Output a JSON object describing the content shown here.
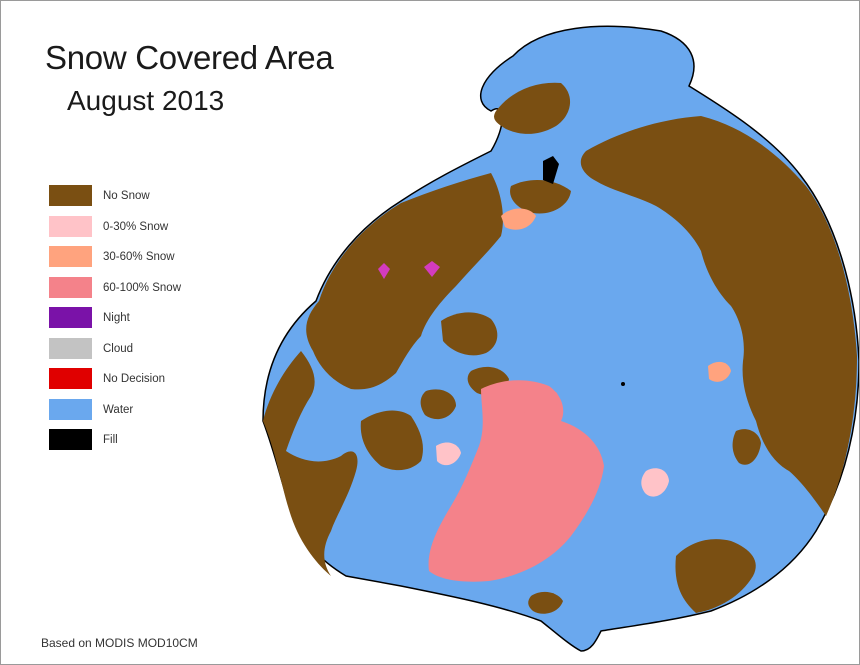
{
  "map": {
    "title": "Snow Covered Area",
    "subtitle": "August 2013",
    "credit": "Based on MODIS MOD10CM",
    "legend": [
      {
        "label": "No Snow",
        "color": "#7a4f12"
      },
      {
        "label": "0-30% Snow",
        "color": "#ffc3c8"
      },
      {
        "label": "30-60% Snow",
        "color": "#ffa37e"
      },
      {
        "label": "60-100% Snow",
        "color": "#f4828a"
      },
      {
        "label": "Night",
        "color": "#7a12a8"
      },
      {
        "label": "Cloud",
        "color": "#c3c3c3"
      },
      {
        "label": "No Decision",
        "color": "#e00000"
      },
      {
        "label": "Water",
        "color": "#6aa8ee"
      },
      {
        "label": "Fill",
        "color": "#000000"
      }
    ]
  }
}
